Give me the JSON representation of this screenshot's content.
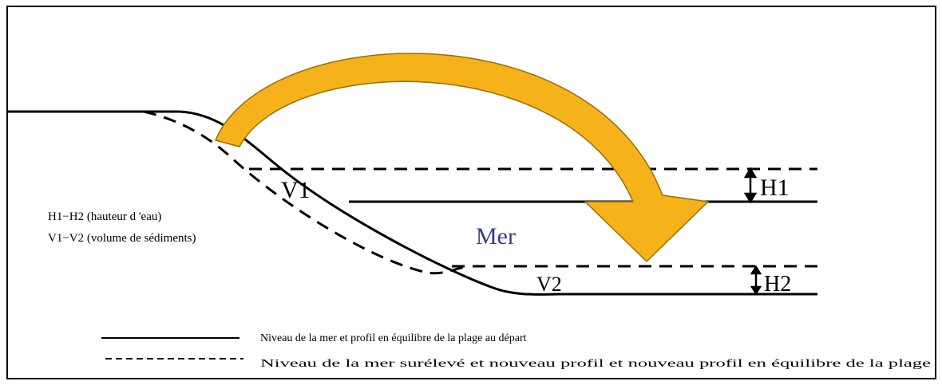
{
  "diagram": {
    "labels": {
      "v1": "V1",
      "v2": "V2",
      "h1": "H1",
      "h2": "H2",
      "sea": "Mer"
    },
    "notes": {
      "h_definition": "H1−H2 (hauteur d 'eau)",
      "v_definition": "V1−V2 (volume de sédiments)"
    },
    "legend": {
      "solid_line": "Niveau de la mer et profil en équilibre de la plage au départ",
      "dashed_line": "Niveau de la mer surélevé et nouveau profil et nouveau profil en équilibre de la plage"
    },
    "colors": {
      "arrow_fill": "#F5B21A",
      "arrow_stroke": "#9A6E00",
      "sea_label": "#3B3B8F",
      "lines": "#000000",
      "frame": "#000000"
    }
  }
}
